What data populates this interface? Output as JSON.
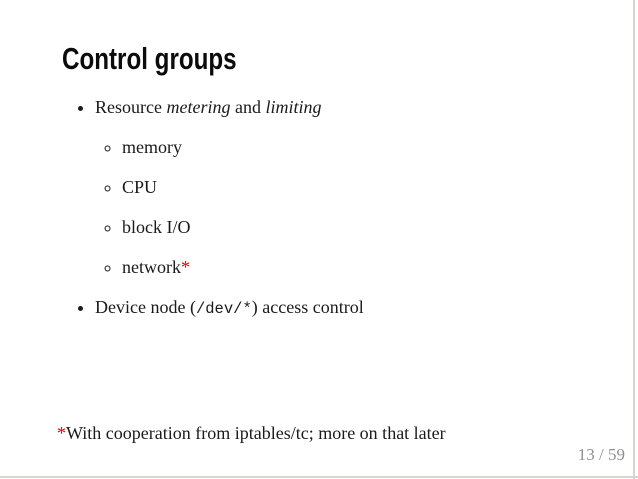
{
  "colors": {
    "accent_red": "#e20000",
    "page_number_gray": "#8f8f8f",
    "body_text": "#1a1a1a",
    "title_text": "#0b0b0b",
    "edge_gray": "#d7d7d2"
  },
  "slide": {
    "title": "Control groups",
    "list": {
      "item1": {
        "seg0": "Resource ",
        "seg1_italic": "metering",
        "seg2": " and ",
        "seg3_italic": "limiting"
      },
      "subitems": {
        "item0": "memory",
        "item1": "CPU",
        "item2": "block I/O",
        "item3_text": "network",
        "item3_asterisk": "*"
      },
      "item2": {
        "seg0": "Device node (",
        "seg1_code": "/dev/*",
        "seg2": ") access control"
      }
    },
    "footnote": {
      "asterisk": "*",
      "text": "With cooperation from iptables/tc; more on that later"
    },
    "footer": {
      "page": "13 / 59"
    }
  }
}
